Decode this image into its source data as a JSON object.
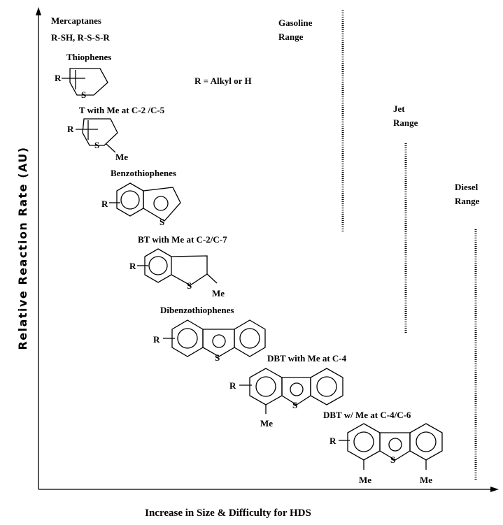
{
  "axes": {
    "x_label": "Increase in Size & Difficulty for HDS",
    "y_label": "Relative Reaction Rate (AU)"
  },
  "ranges": [
    {
      "line1": "Gasoline",
      "line2": "Range"
    },
    {
      "line1": "Jet",
      "line2": "Range"
    },
    {
      "line1": "Diesel",
      "line2": "Range"
    }
  ],
  "compounds": {
    "mercaptanes": {
      "title": "Mercaptanes",
      "formula": "R-SH, R-S-S-R"
    },
    "thiophenes": {
      "title": "Thiophenes"
    },
    "t_me": {
      "title": "T with Me at C-2 /C-5"
    },
    "benzothiophenes": {
      "title": "Benzothiophenes"
    },
    "bt_me": {
      "title": "BT with Me at C-2/C-7"
    },
    "dibenzothiophenes": {
      "title": "Dibenzothiophenes"
    },
    "dbt_me4": {
      "title": "DBT with Me at C-4"
    },
    "dbt_me46": {
      "title": "DBT w/ Me at C-4/C-6"
    }
  },
  "legend_note": "R = Alkyl or H",
  "atoms": {
    "sulfur": "S",
    "methyl": "Me",
    "alkyl": "R"
  }
}
